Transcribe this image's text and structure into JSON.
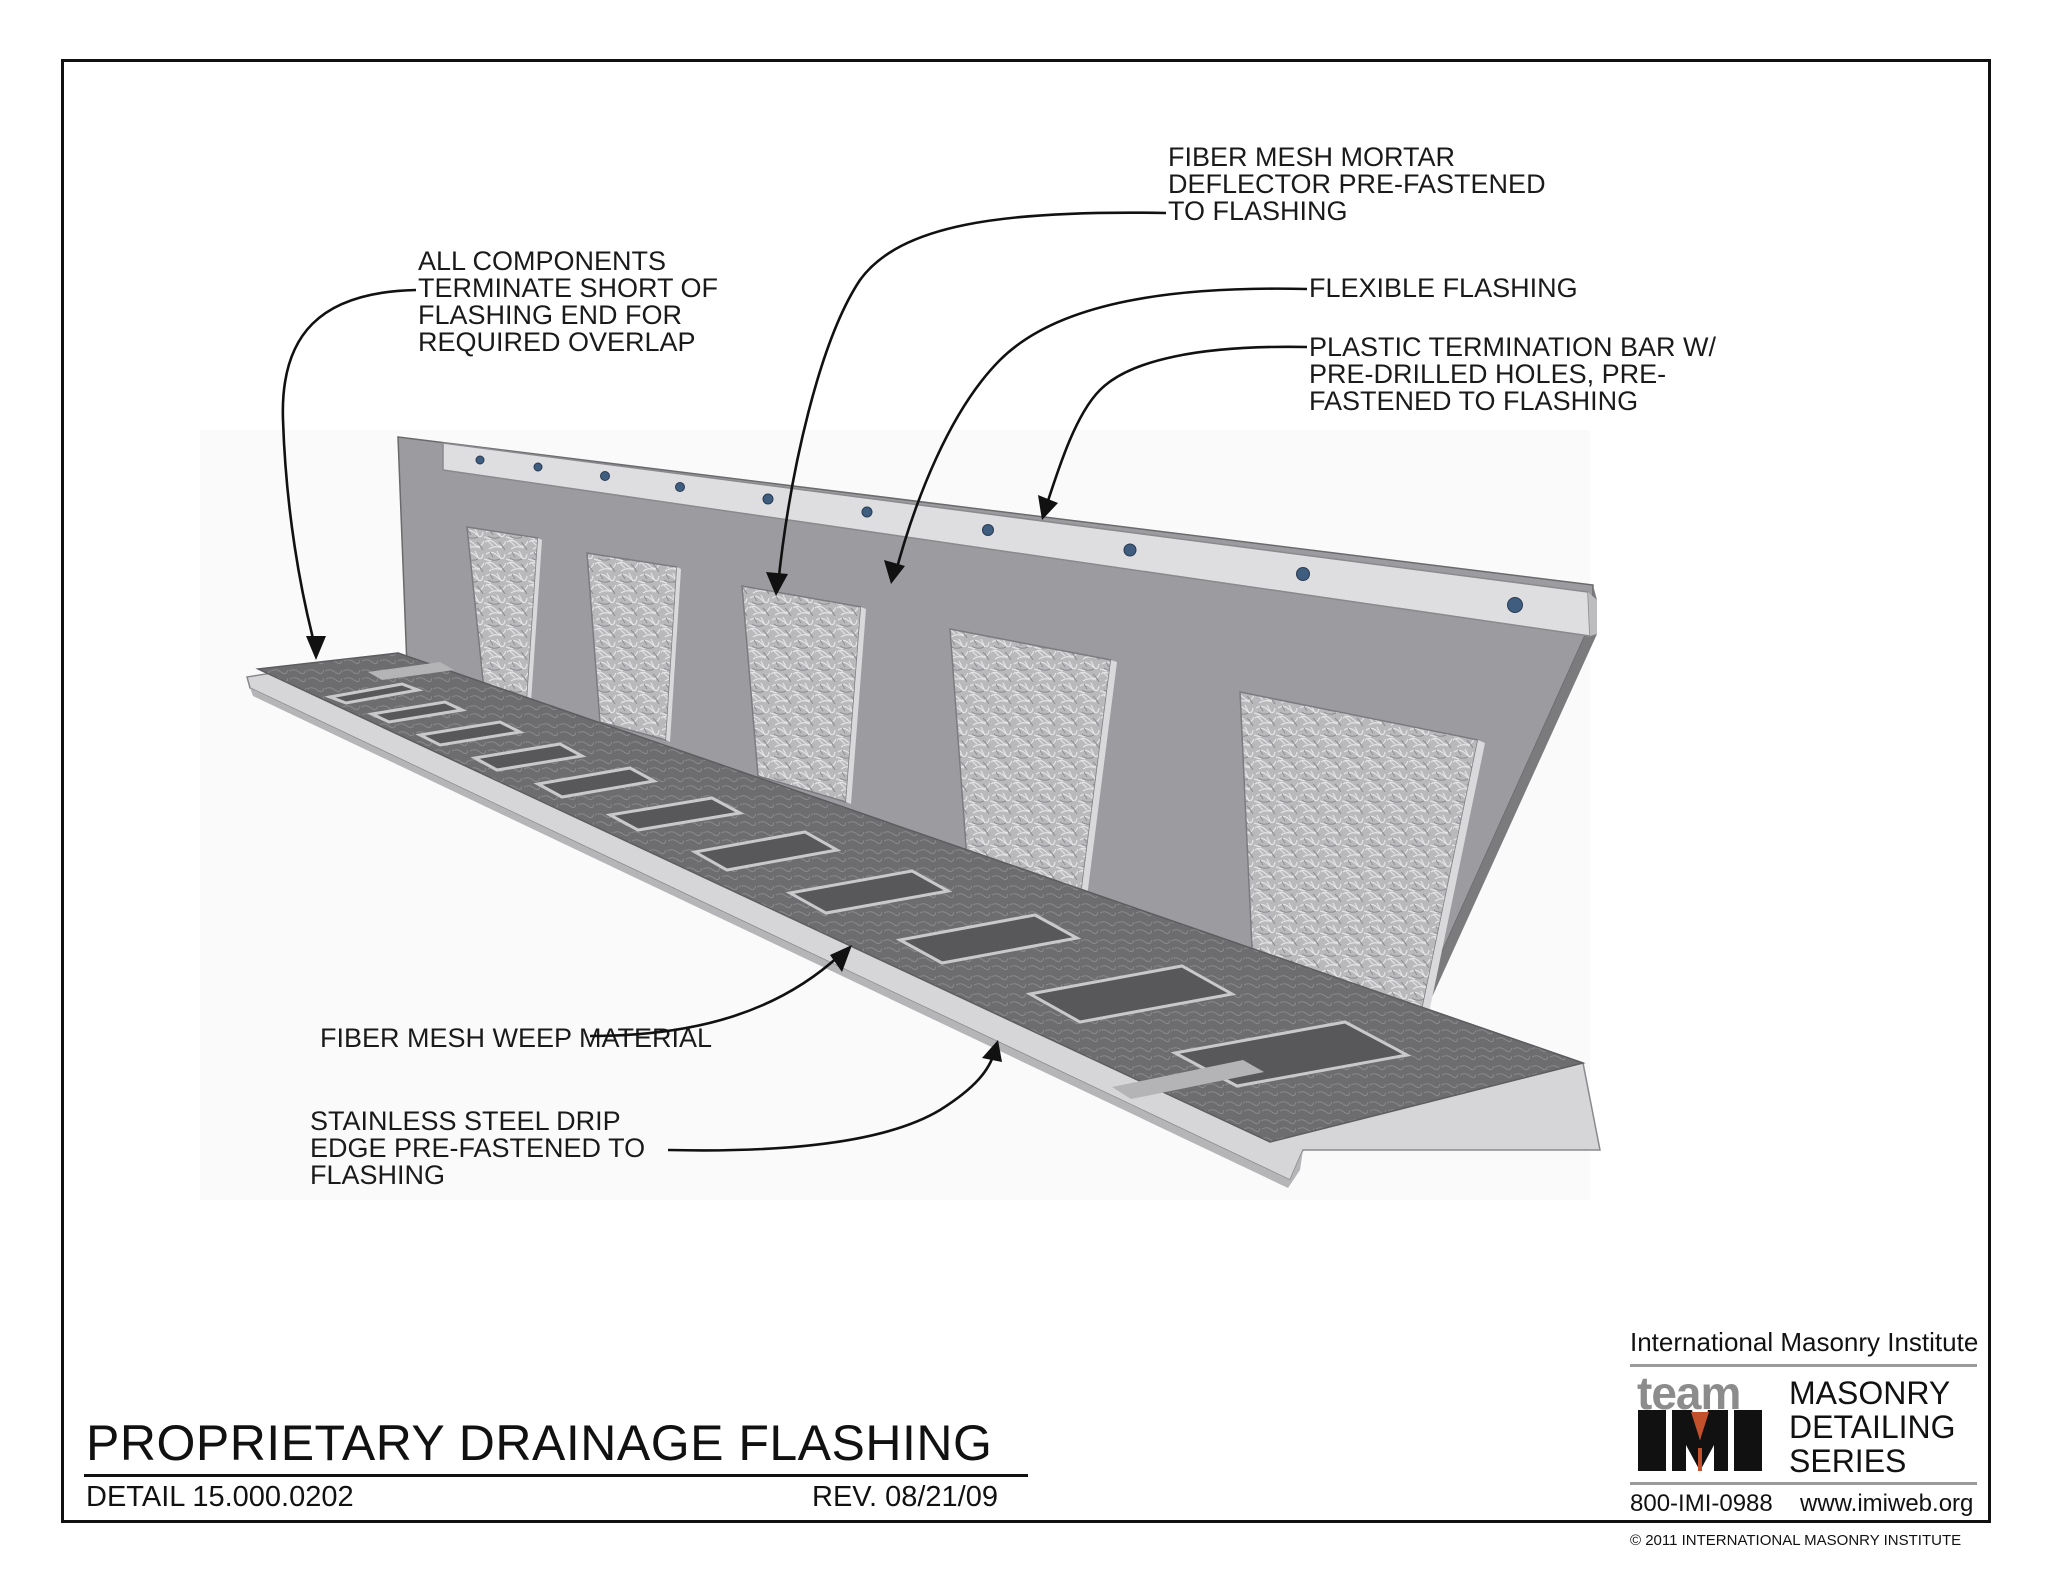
{
  "drawing": {
    "callouts": {
      "components_terminate": [
        "ALL COMPONENTS",
        "TERMINATE SHORT OF",
        "FLASHING END FOR",
        "REQUIRED OVERLAP"
      ],
      "mortar_deflector": [
        "FIBER MESH MORTAR",
        "DEFLECTOR PRE-FASTENED",
        "TO FLASHING"
      ],
      "flexible_flashing": [
        "FLEXIBLE FLASHING"
      ],
      "termination_bar": [
        "PLASTIC TERMINATION BAR W/",
        "PRE-DRILLED HOLES, PRE-",
        "FASTENED TO FLASHING"
      ],
      "weep_material": [
        "FIBER MESH WEEP MATERIAL"
      ],
      "drip_edge": [
        "STAINLESS STEEL DRIP",
        "EDGE PRE-FASTENED TO",
        "FLASHING"
      ]
    }
  },
  "title_block": {
    "title": "PROPRIETARY DRAINAGE FLASHING",
    "detail": "DETAIL 15.000.0202",
    "revision": "REV. 08/21/09"
  },
  "logo": {
    "organization": "International Masonry Institute",
    "team_word": "team",
    "series_lines": [
      "MASONRY",
      "DETAILING",
      "SERIES"
    ],
    "phone": "800-IMI-0988",
    "website": "www.imiweb.org",
    "accent_color": "#c2502a"
  },
  "copyright": "© 2011 INTERNATIONAL MASONRY INSTITUTE"
}
